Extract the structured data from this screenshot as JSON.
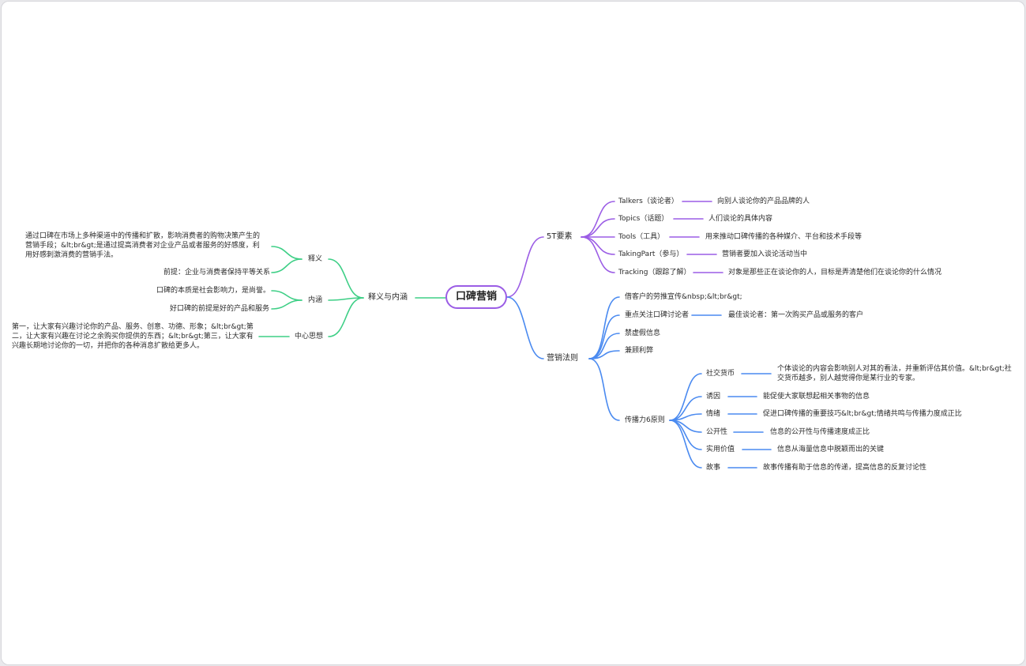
{
  "mindmap": {
    "root": "口碑营销",
    "colors": {
      "purple": "#9b5de5",
      "blue": "#4a8af0",
      "green": "#3ecf86"
    },
    "left": {
      "label": "释义与内涵",
      "shiyi": {
        "label": "释义",
        "d1": "通过口碑在市场上多种渠道中的传播和扩散，影响消费者的购物决策产生的营销手段；&lt;br&gt;是通过提高消费者对企业产品或者服务的好感度，利用好感刺激消费的营销手法。",
        "d2": "前提：企业与消费者保持平等关系"
      },
      "neihan": {
        "label": "内涵",
        "d1": "口碑的本质是社会影响力，是尚誉。",
        "d2": "好口碑的前提是好的产品和服务"
      },
      "zhongxin": {
        "label": "中心思想",
        "d1": "第一，让大家有兴趣讨论你的产品、服务、创意、功德、形象；&lt;br&gt;第二，让大家有兴趣在讨论之余购买你提供的东西；&lt;br&gt;第三，让大家有兴趣长期地讨论你的一切，并把你的各种消息扩散给更多人。"
      }
    },
    "t5": {
      "label": "5T要素",
      "items": [
        {
          "k": "Talkers（谈论者）",
          "v": "向别人谈论你的产品品牌的人"
        },
        {
          "k": "Topics（话题）",
          "v": "人们谈论的具体内容"
        },
        {
          "k": "Tools（工具）",
          "v": "用来推动口碑传播的各种媒介、平台和技术手段等"
        },
        {
          "k": "TakingPart（参与）",
          "v": "营销者要加入谈论活动当中"
        },
        {
          "k": "Tracking（跟踪了解）",
          "v": "对象是那些正在谈论你的人，目标是弄清楚他们在谈论你的什么情况"
        }
      ]
    },
    "law": {
      "label": "营销法则",
      "b1": "借客户的劳推宣传&nbsp;&lt;br&gt;",
      "b2": {
        "k": "重点关注口碑讨论者",
        "v": "最佳谈论者：第一次购买产品或服务的客户"
      },
      "b3": "禁虚假信息",
      "b4": "兼顾利弊",
      "b5": {
        "label": "传播力6原则",
        "items": [
          {
            "k": "社交货币",
            "v": "个体谈论的内容会影响别人对其的看法，并重新评估其价值。&lt;br&gt;社交货币越多，别人越觉得你是某行业的专家。"
          },
          {
            "k": "诱因",
            "v": "能促使大家联想起相关事物的信息"
          },
          {
            "k": "情绪",
            "v": "促进口碑传播的重要技巧&lt;br&gt;情绪共鸣与传播力度成正比"
          },
          {
            "k": "公开性",
            "v": "信息的公开性与传播速度成正比"
          },
          {
            "k": "实用价值",
            "v": "信息从海量信息中脱颖而出的关键"
          },
          {
            "k": "故事",
            "v": "故事传播有助于信息的传递，提高信息的反复讨论性"
          }
        ]
      }
    }
  }
}
